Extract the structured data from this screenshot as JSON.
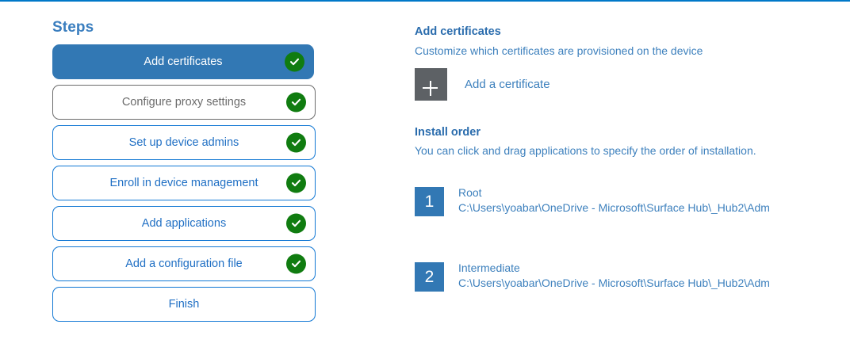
{
  "accent": {
    "rule": "#0078c8",
    "active_step_bg": "#3278b4",
    "step_border": "#1278d4",
    "step_text": "#1f6fc4",
    "muted_border": "#6c6c6c",
    "muted_text": "#6b6b6b",
    "check_green": "#107c10",
    "heading_blue": "#2a6cad",
    "body_blue": "#3d80bd",
    "tile_grey": "#5d6165"
  },
  "steps": {
    "title": "Steps",
    "items": [
      {
        "label": "Add certificates",
        "state": "active",
        "completed": true
      },
      {
        "label": "Configure proxy settings",
        "state": "muted",
        "completed": true
      },
      {
        "label": "Set up device admins",
        "state": "default",
        "completed": true
      },
      {
        "label": "Enroll in device management",
        "state": "default",
        "completed": true
      },
      {
        "label": "Add applications",
        "state": "default",
        "completed": true
      },
      {
        "label": "Add a configuration file",
        "state": "default",
        "completed": true
      },
      {
        "label": "Finish",
        "state": "default",
        "completed": false
      }
    ]
  },
  "detail": {
    "certificates": {
      "heading": "Add certificates",
      "subtitle": "Customize which certificates are provisioned on the device",
      "add_label": "Add a certificate",
      "add_icon": "plus-icon"
    },
    "install_order": {
      "heading": "Install order",
      "subtitle": "You can click and drag applications to specify the order of installation.",
      "items": [
        {
          "number": "1",
          "name": "Root",
          "path": "C:\\Users\\yoabar\\OneDrive - Microsoft\\Surface Hub\\_Hub2\\Adm"
        },
        {
          "number": "2",
          "name": "Intermediate",
          "path": "C:\\Users\\yoabar\\OneDrive - Microsoft\\Surface Hub\\_Hub2\\Adm"
        }
      ]
    }
  }
}
